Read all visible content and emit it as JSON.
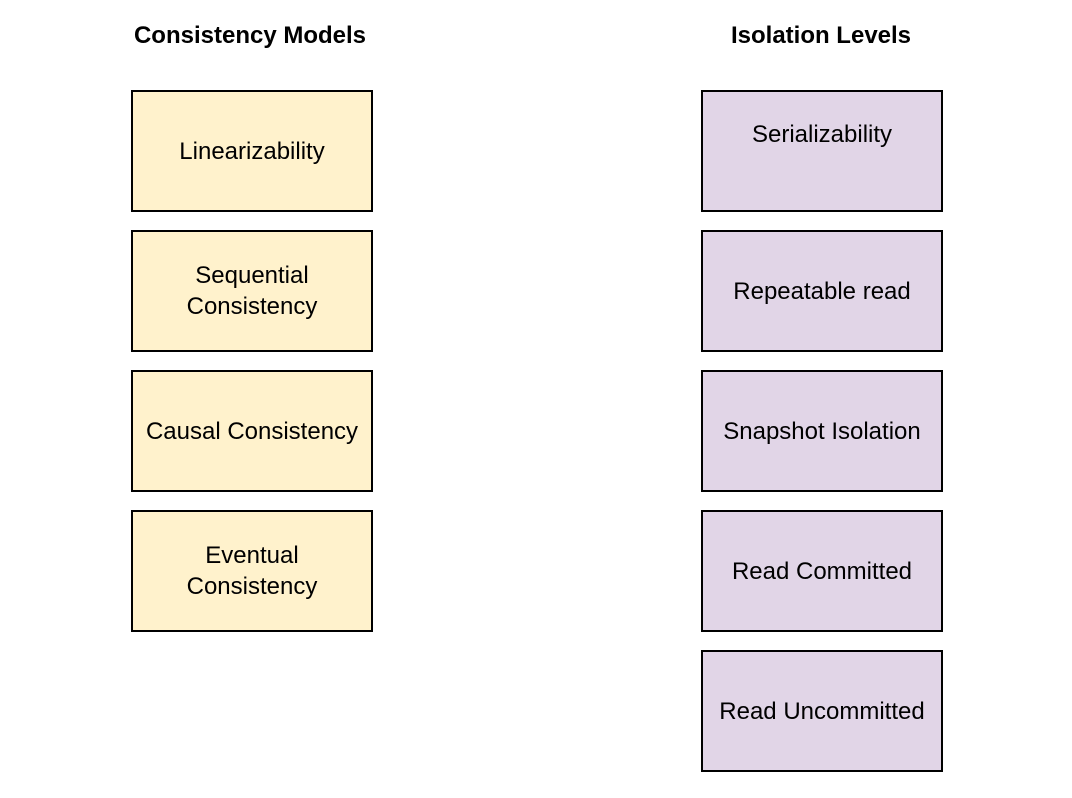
{
  "colors": {
    "consistency_fill": "#fff2cc",
    "isolation_fill": "#e1d5e7",
    "stroke": "#000000"
  },
  "consistency": {
    "heading": "Consistency Models",
    "items": [
      {
        "label": "Linearizability"
      },
      {
        "label": "Sequential\nConsistency"
      },
      {
        "label": "Causal Consistency"
      },
      {
        "label": "Eventual\nConsistency"
      }
    ]
  },
  "isolation": {
    "heading": "Isolation Levels",
    "items": [
      {
        "label": "Serializability"
      },
      {
        "label": "Repeatable read"
      },
      {
        "label": "Snapshot Isolation"
      },
      {
        "label": "Read Committed"
      },
      {
        "label": "Read Uncommitted"
      }
    ]
  }
}
